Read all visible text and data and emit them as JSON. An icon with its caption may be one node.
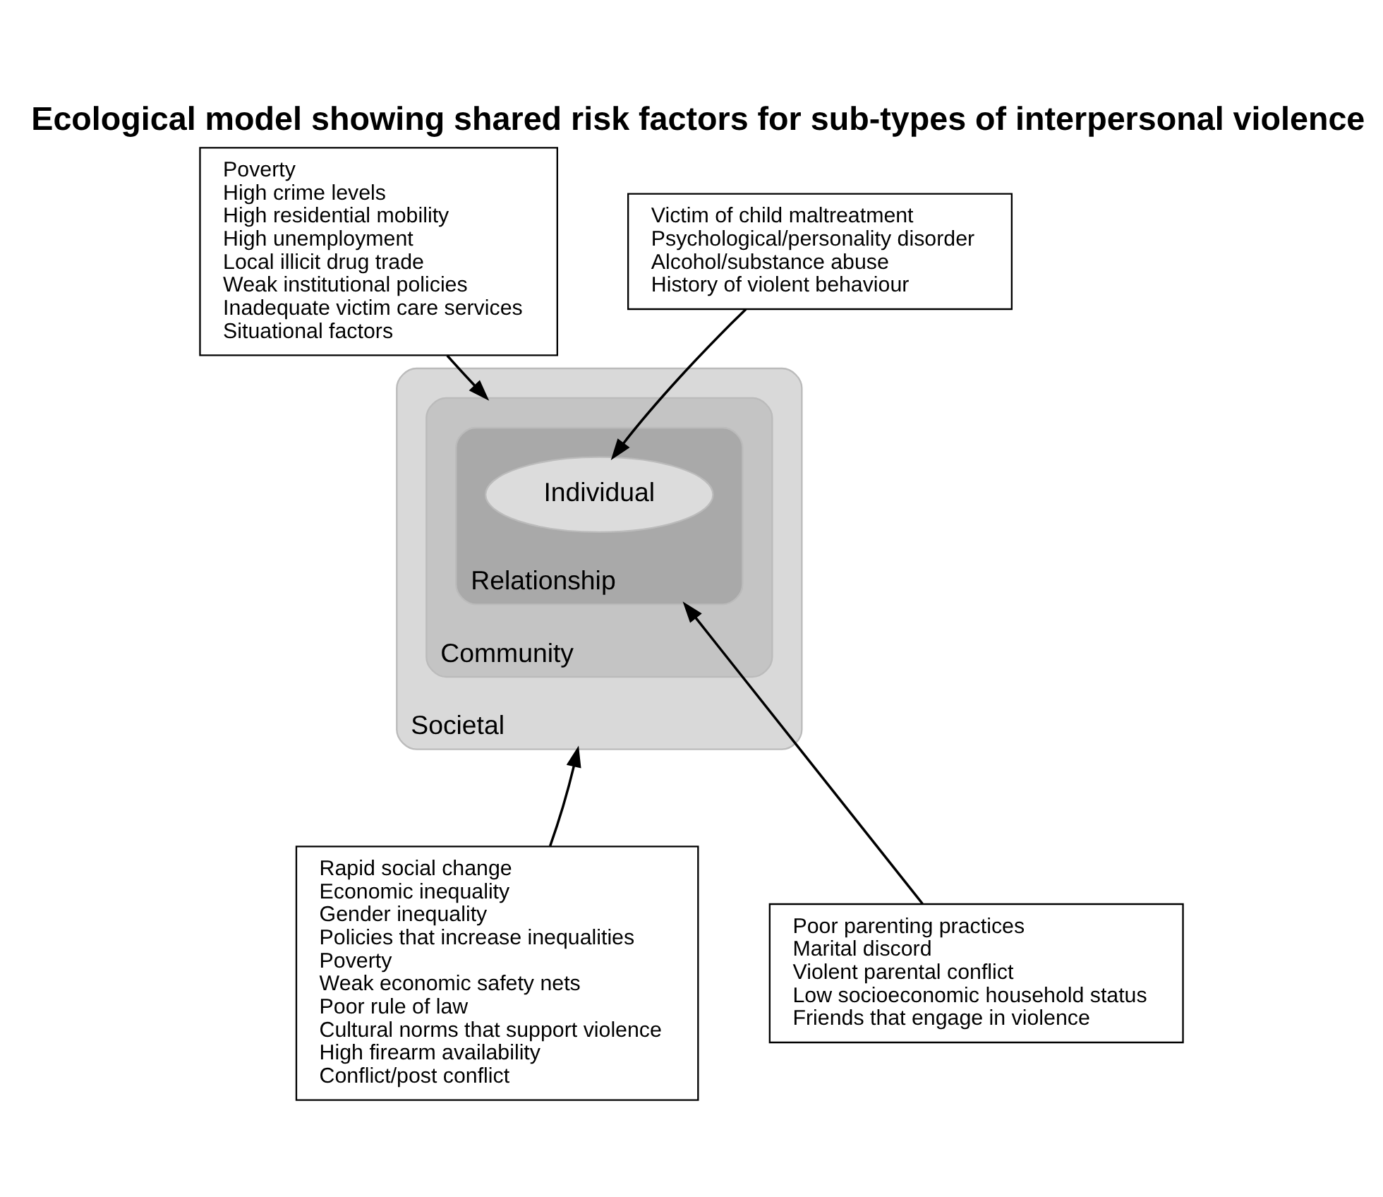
{
  "diagram": {
    "title": "Ecological model showing shared risk factors for sub-types of interpersonal violence",
    "nodes": [
      {
        "text": [
          "Poverty",
          "High crime levels",
          "High residential mobility",
          "High unemployment",
          "Local illicit drug trade",
          "Weak institutional policies",
          "Inadequate victim care services",
          "Situational factors"
        ]
      },
      {
        "text": [
          "Victim of child maltreatment",
          "Psychological/personality disorder",
          "Alcohol/substance abuse",
          "History of violent behaviour"
        ]
      },
      {
        "text": [
          "Societal"
        ]
      },
      {
        "text": [
          "Community"
        ],
        "in": 2
      },
      {
        "text": [
          "Relationship"
        ],
        "in": 3
      },
      {
        "text": [
          "Individual"
        ],
        "in": 4
      },
      {
        "text": [
          "Rapid social change",
          "Economic inequality",
          "Gender inequality",
          "Policies that increase inequalities",
          "Poverty",
          "Weak economic safety nets",
          "Poor rule of law",
          "Cultural norms that support violence",
          "High firearm availability",
          "Conflict/post conflict"
        ]
      },
      {
        "text": [
          "Poor parenting practices",
          "Marital discord",
          "Violent parental conflict",
          "Low socioeconomic household status",
          "Friends that engage in violence"
        ]
      }
    ],
    "edges": [
      {
        "from": 0,
        "to": 3,
        "arrow": "to"
      },
      {
        "from": 1,
        "to": 5,
        "arrow": "to"
      },
      {
        "from": 6,
        "to": 2,
        "arrow": "to"
      },
      {
        "from": 7,
        "to": 4,
        "arrow": "to"
      }
    ]
  }
}
